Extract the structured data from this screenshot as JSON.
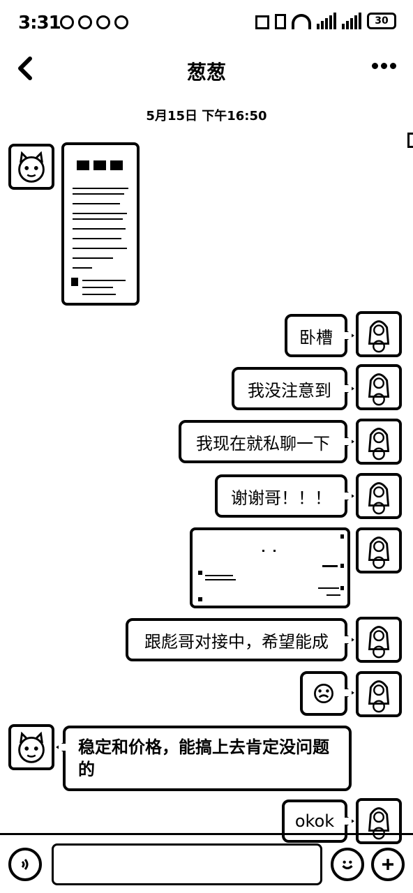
{
  "status_bar": {
    "time": "3:31",
    "battery": "30"
  },
  "header": {
    "title": "葱葱"
  },
  "chat": {
    "timestamp": "5月15日 下午16:50",
    "messages": [
      {
        "side": "left",
        "type": "image"
      },
      {
        "side": "right",
        "type": "text",
        "text": "卧槽"
      },
      {
        "side": "right",
        "type": "text",
        "text": "我没注意到"
      },
      {
        "side": "right",
        "type": "text",
        "text": "我现在就私聊一下"
      },
      {
        "side": "right",
        "type": "text",
        "text": "谢谢哥！！！"
      },
      {
        "side": "right",
        "type": "image"
      },
      {
        "side": "right",
        "type": "text",
        "text": "跟彪哥对接中，希望能成"
      },
      {
        "side": "right",
        "type": "sticker"
      },
      {
        "side": "left",
        "type": "text",
        "text": "稳定和价格，能搞上去肯定没问题的"
      },
      {
        "side": "right",
        "type": "text",
        "text": "okok"
      }
    ]
  },
  "composer": {
    "input_value": ""
  }
}
